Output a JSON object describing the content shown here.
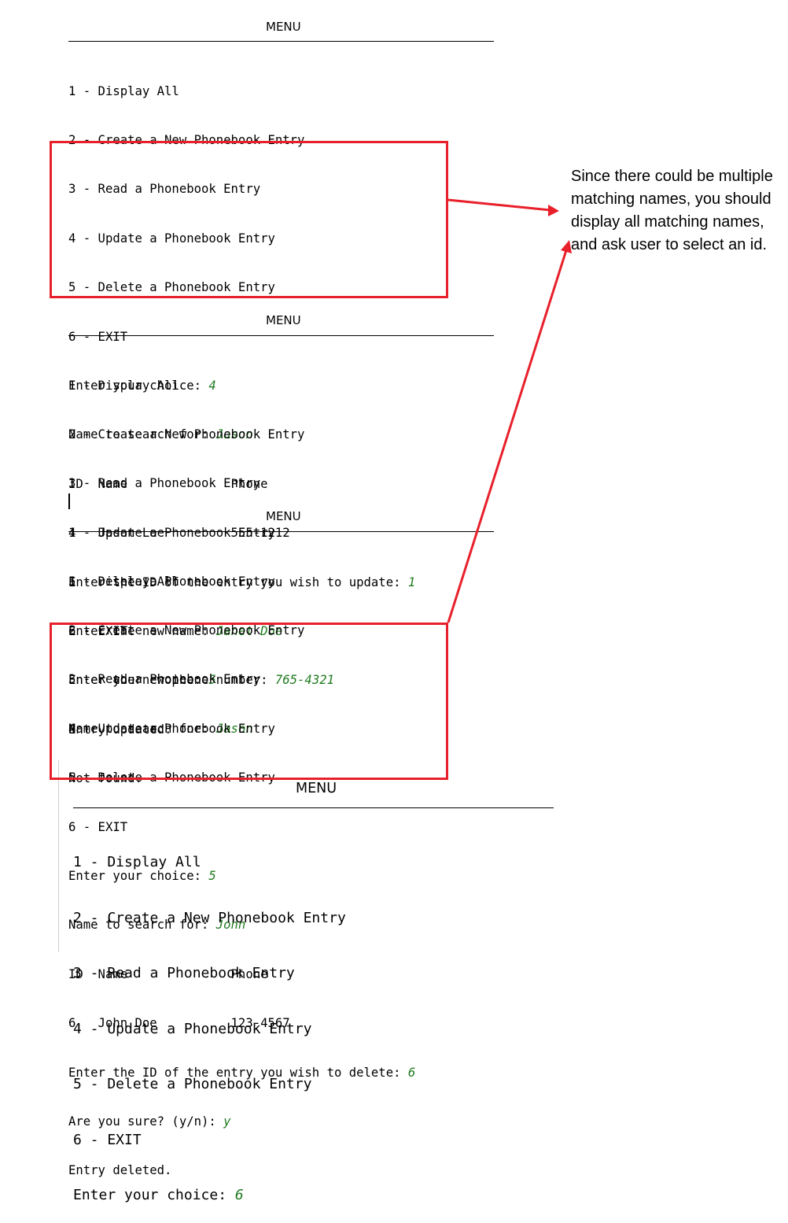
{
  "menu": {
    "title": "MENU",
    "items": [
      "1 - Display All",
      "2 - Create a New Phonebook Entry",
      "3 - Read a Phonebook Entry",
      "4 - Update a Phonebook Entry",
      "5 - Delete a Phonebook Entry",
      "6 - EXIT"
    ],
    "prompt": "Enter your choice: "
  },
  "session1": {
    "choice": "4",
    "search_prompt": "Name to search for: ",
    "search_value": "Jason",
    "table_header": "ID  Name              Phone",
    "row": "1   Jason Lee         555-1212",
    "id_prompt": "Enter the ID of the entry you wish to update: ",
    "id_value": "1",
    "name_prompt": "Enter the new name: ",
    "name_value": "Janet Doe",
    "phone_prompt": "Enter the new phone number: ",
    "phone_value": "765-4321",
    "result": "Entry updated."
  },
  "session2": {
    "choice": "5",
    "search_prompt": "Name to search for: ",
    "search_value": "Jason",
    "result": "Not found."
  },
  "session3": {
    "choice": "5",
    "search_prompt": "Name to search for: ",
    "search_value": "John",
    "table_header": "ID  Name              Phone",
    "row": "6   John Doe          123-4567",
    "id_prompt": "Enter the ID of the entry you wish to delete: ",
    "id_value": "6",
    "confirm_prompt": "Are you sure? (y/n): ",
    "confirm_value": "y",
    "result": "Entry deleted."
  },
  "session4": {
    "choice": "6"
  },
  "annotation": "Since there could be multiple matching names, you should display all matching names, and ask user to select an id.",
  "colors": {
    "user_input": "#1f7a1f",
    "annotation_red": "#e8202b"
  }
}
